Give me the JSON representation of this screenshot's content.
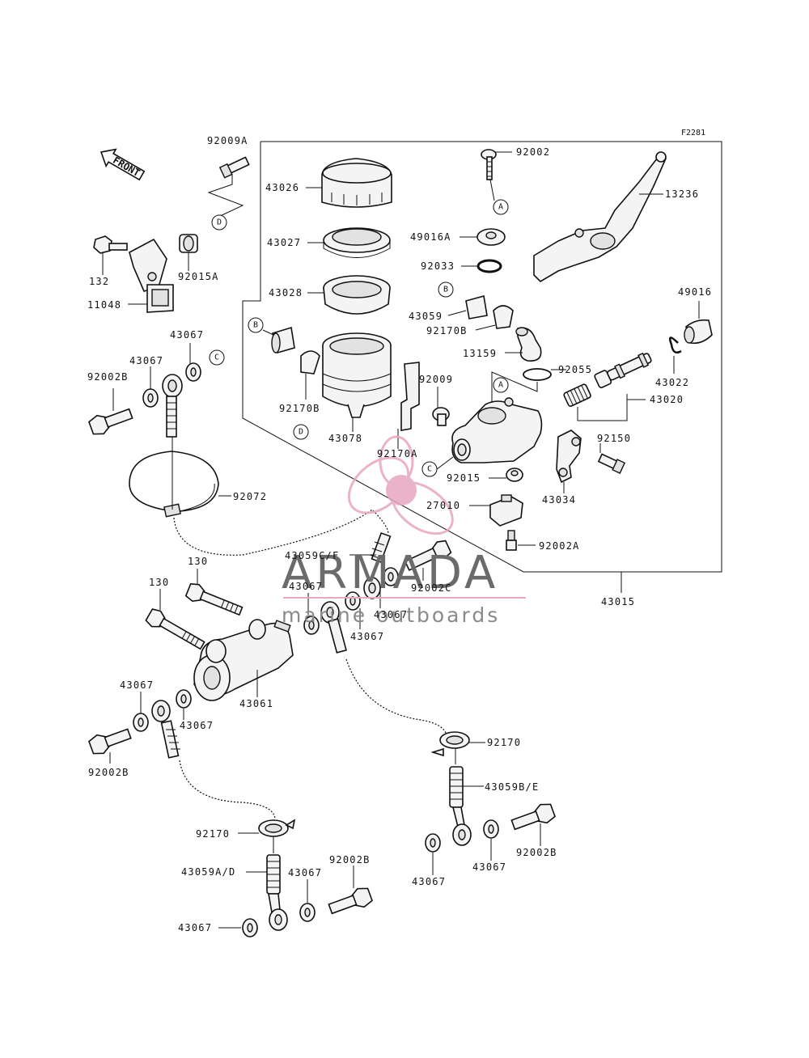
{
  "figure_code": "F2281",
  "front_label": "FRONT",
  "watermark": {
    "brand": "ARMADA",
    "tagline": "marine outboards",
    "logo_color": "#e8a6c0",
    "text_color": "#6b6b6b"
  },
  "parts": [
    {
      "id": "92009A",
      "label": "92009A"
    },
    {
      "id": "43026",
      "label": "43026"
    },
    {
      "id": "92002",
      "label": "92002"
    },
    {
      "id": "13236",
      "label": "13236"
    },
    {
      "id": "43027",
      "label": "43027"
    },
    {
      "id": "49016A",
      "label": "49016A"
    },
    {
      "id": "92033",
      "label": "92033"
    },
    {
      "id": "132",
      "label": "132"
    },
    {
      "id": "92015A",
      "label": "92015A"
    },
    {
      "id": "43028",
      "label": "43028"
    },
    {
      "id": "11048",
      "label": "11048"
    },
    {
      "id": "49016",
      "label": "49016"
    },
    {
      "id": "43059",
      "label": "43059"
    },
    {
      "id": "92170B_a",
      "label": "92170B"
    },
    {
      "id": "43067_a",
      "label": "43067"
    },
    {
      "id": "43067_b",
      "label": "43067"
    },
    {
      "id": "13159",
      "label": "13159"
    },
    {
      "id": "92055",
      "label": "92055"
    },
    {
      "id": "43022",
      "label": "43022"
    },
    {
      "id": "92002B_a",
      "label": "92002B"
    },
    {
      "id": "92009",
      "label": "92009"
    },
    {
      "id": "92170B_b",
      "label": "92170B"
    },
    {
      "id": "43020",
      "label": "43020"
    },
    {
      "id": "43078",
      "label": "43078"
    },
    {
      "id": "92150",
      "label": "92150"
    },
    {
      "id": "92170A",
      "label": "92170A"
    },
    {
      "id": "92015",
      "label": "92015"
    },
    {
      "id": "92072",
      "label": "92072"
    },
    {
      "id": "43034",
      "label": "43034"
    },
    {
      "id": "27010",
      "label": "27010"
    },
    {
      "id": "92002A",
      "label": "92002A"
    },
    {
      "id": "130_a",
      "label": "130"
    },
    {
      "id": "43059CF",
      "label": "43059C/F"
    },
    {
      "id": "130_b",
      "label": "130"
    },
    {
      "id": "43067_c",
      "label": "43067"
    },
    {
      "id": "92002C",
      "label": "92002C"
    },
    {
      "id": "43067_d",
      "label": "43067"
    },
    {
      "id": "43015",
      "label": "43015"
    },
    {
      "id": "43067_e",
      "label": "43067"
    },
    {
      "id": "43067_f",
      "label": "43067"
    },
    {
      "id": "43061",
      "label": "43061"
    },
    {
      "id": "43067_g",
      "label": "43067"
    },
    {
      "id": "92170_a",
      "label": "92170"
    },
    {
      "id": "92002B_b",
      "label": "92002B"
    },
    {
      "id": "43059BE",
      "label": "43059B/E"
    },
    {
      "id": "92170_b",
      "label": "92170"
    },
    {
      "id": "92002B_c",
      "label": "92002B"
    },
    {
      "id": "43067_h",
      "label": "43067"
    },
    {
      "id": "43059AD",
      "label": "43059A/D"
    },
    {
      "id": "43067_i",
      "label": "43067"
    },
    {
      "id": "92002B_d",
      "label": "92002B"
    },
    {
      "id": "43067_j",
      "label": "43067"
    },
    {
      "id": "43067_k",
      "label": "43067"
    }
  ],
  "refs": {
    "A": "A",
    "B": "B",
    "C": "C",
    "D": "D"
  }
}
